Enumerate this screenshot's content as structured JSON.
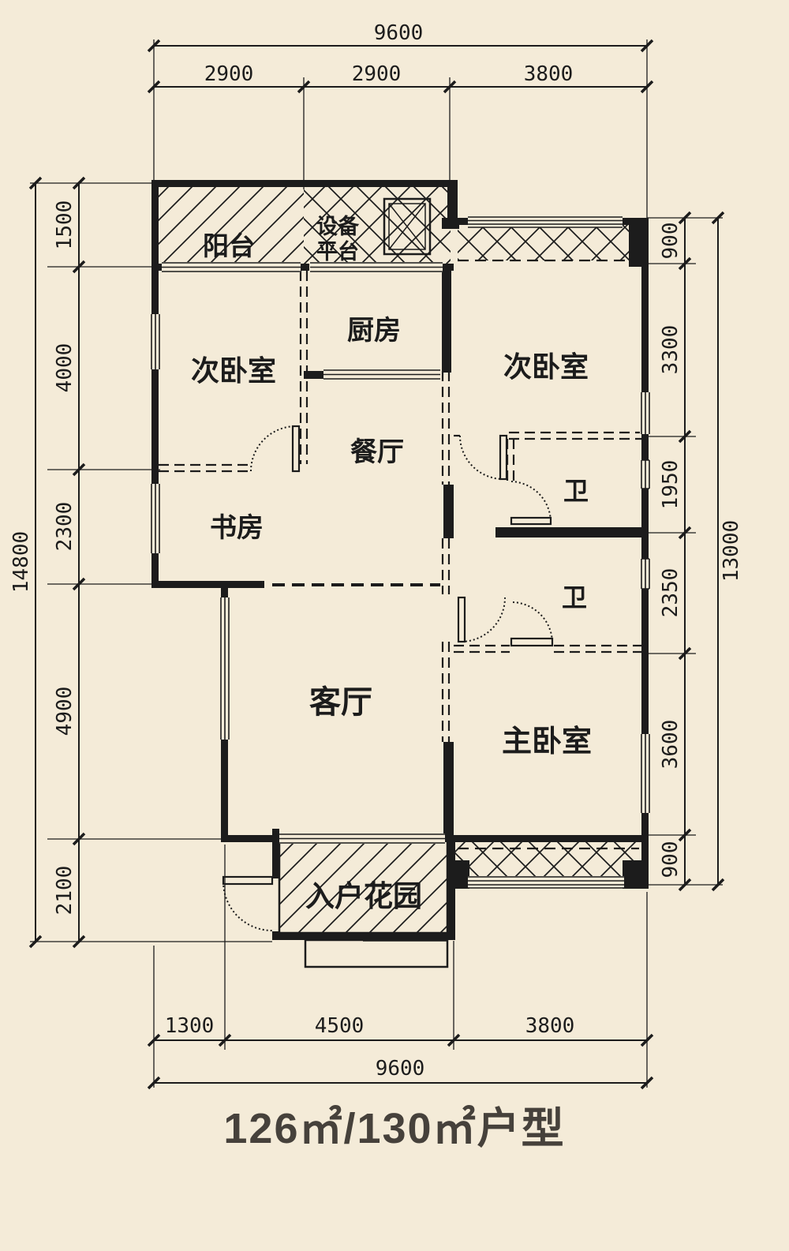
{
  "title": {
    "text": "126㎡/130㎡户型",
    "color": "#46413b"
  },
  "colors": {
    "background": "#f4ebd8",
    "line": "#1c1c1c"
  },
  "floor_plan": {
    "rooms": {
      "balcony": "阳台",
      "equipment_platform_line1": "设备",
      "equipment_platform_line2": "平台",
      "kitchen": "厨房",
      "bedroom_left": "次卧室",
      "bedroom_right": "次卧室",
      "dining": "餐厅",
      "study": "书房",
      "bath_upper": "卫",
      "bath_lower": "卫",
      "living": "客厅",
      "master_bedroom": "主卧室",
      "entry_garden": "入户花园"
    },
    "dimensions": {
      "top": {
        "total": "9600",
        "segments": [
          "2900",
          "2900",
          "3800"
        ]
      },
      "bottom": {
        "total": "9600",
        "segments": [
          "1300",
          "4500",
          "3800"
        ]
      },
      "left": {
        "total": "14800",
        "segments": [
          "1500",
          "4000",
          "2300",
          "4900",
          "2100"
        ]
      },
      "right": {
        "total": "13000",
        "segments": [
          "900",
          "3300",
          "1950",
          "2350",
          "3600",
          "900"
        ]
      }
    }
  }
}
